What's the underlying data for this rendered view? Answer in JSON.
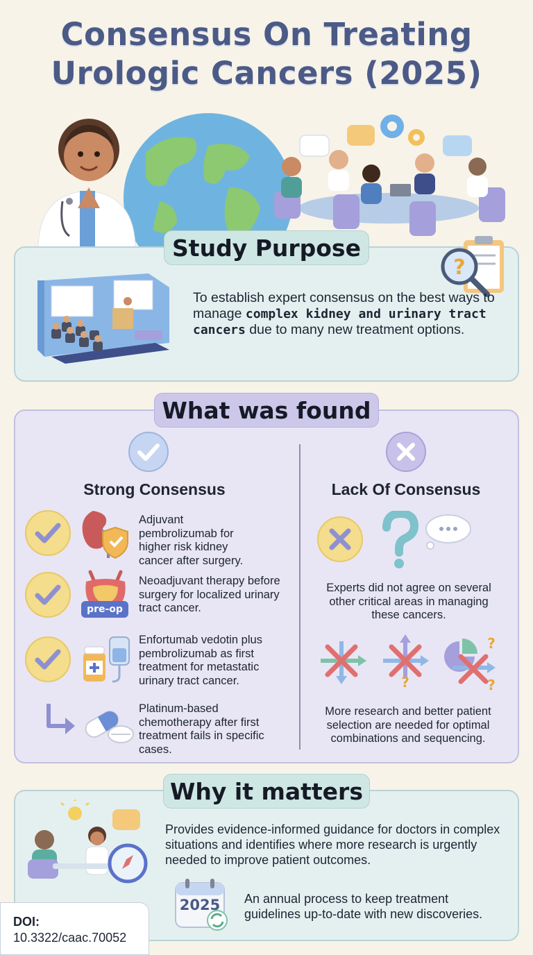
{
  "title_line1": "Consensus On Treating",
  "title_line2": "Urologic Cancers (2025)",
  "purpose": {
    "heading": "Study Purpose",
    "text_part1": "To establish expert consensus on the best ways to manage ",
    "text_bold": "complex kidney and urinary tract cancers",
    "text_part2": " due to many new treatment options."
  },
  "found": {
    "heading": "What was found",
    "strong": {
      "heading": "Strong Consensus",
      "items": [
        {
          "text": "Adjuvant pembrolizumab for higher risk kidney cancer after surgery."
        },
        {
          "text": "Neoadjuvant therapy before surgery for localized urinary tract cancer.",
          "badge": "pre-op"
        },
        {
          "text": "Enfortumab vedotin plus pembrolizumab as first treatment for metastatic urinary tract cancer."
        },
        {
          "text": "Platinum-based chemotherapy after first treatment fails in specific cases."
        }
      ]
    },
    "lack": {
      "heading": "Lack Of Consensus",
      "text1": "Experts did not agree on several other critical areas in managing these cancers.",
      "text2": "More research and better patient selection are needed for optimal combinations and sequencing."
    }
  },
  "matters": {
    "heading": "Why it matters",
    "text1": "Provides evidence-informed guidance for doctors in complex situations and identifies where more research is urgently needed to improve patient outcomes.",
    "calendar_year": "2025",
    "text2": "An annual process to keep treatment guidelines up-to-date with new discoveries."
  },
  "doi": {
    "label": "DOI:",
    "value": "10.3322/caac.70052"
  },
  "colors": {
    "title": "#4b5a86",
    "teal_panel": "#e4f0f0",
    "lavender_panel": "#e8e6f4",
    "check_yellow": "#f4dd8c",
    "check_purple": "#8f90d0"
  }
}
